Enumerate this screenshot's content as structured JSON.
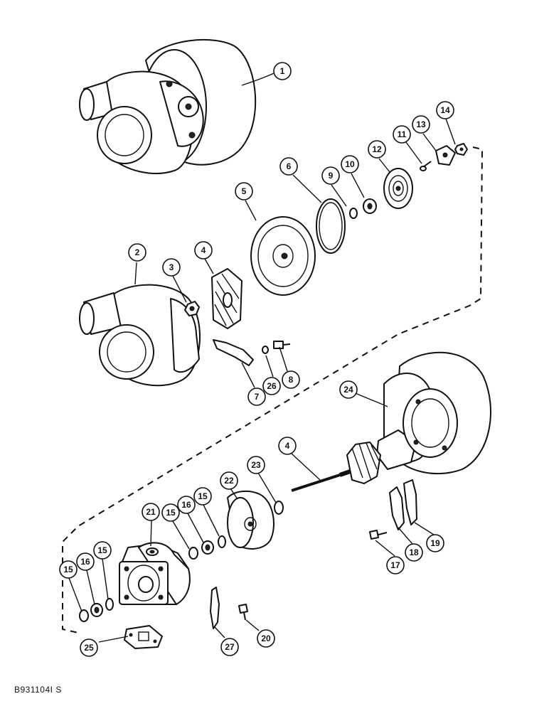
{
  "figure_id": "B931104I S",
  "callout_labels": {
    "c1": "1",
    "c2": "2",
    "c3": "3",
    "c4a": "4",
    "c5": "5",
    "c6": "6",
    "c7": "7",
    "c8": "8",
    "c9": "9",
    "c10": "10",
    "c11": "11",
    "c12": "12",
    "c13": "13",
    "c14": "14",
    "c15a": "15",
    "c16a": "16",
    "c15b": "15",
    "c21": "21",
    "c22": "22",
    "c23": "23",
    "c4b": "4",
    "c24": "24",
    "c26": "26",
    "c15c": "15",
    "c16b": "16",
    "c15d": "15",
    "c17": "17",
    "c18": "18",
    "c19": "19",
    "c20": "20",
    "c25": "25",
    "c27": "27"
  }
}
